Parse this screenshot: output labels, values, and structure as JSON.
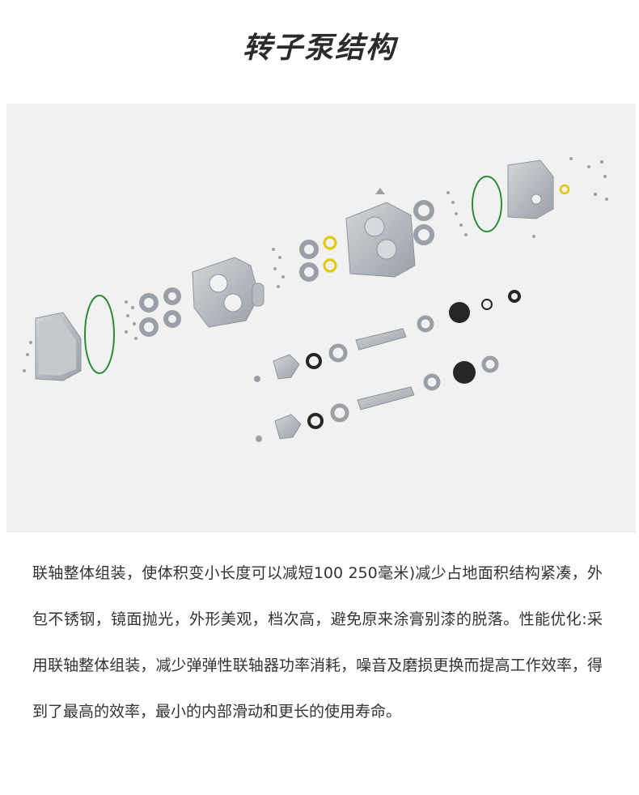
{
  "page": {
    "title": "转子泵结构",
    "paragraph": "联轴整体组装，使体积变小长度可以减短100 250毫米)减少占地面积结构紧凑，外包不锈钢，镜面抛光，外形美观，档次高，避免原来涂膏别漆的脱落。性能优化:采用联轴整体组装，减少弹弹性联轴器功率消耗，噪音及磨损更换而提高工作效率，得到了最高的效率，最小的内部滑动和更长的使用寿命。"
  },
  "figure": {
    "alt_icon": "exploded-pump-diagram",
    "colors": {
      "background": "#f1f1f1",
      "metal": "#b7bcc2",
      "metal_dark": "#8e949b",
      "metal_light": "#d6dade",
      "seal_green": "#2c8a3b",
      "ring_yellow": "#e2c400",
      "gear_black": "#262626"
    }
  }
}
